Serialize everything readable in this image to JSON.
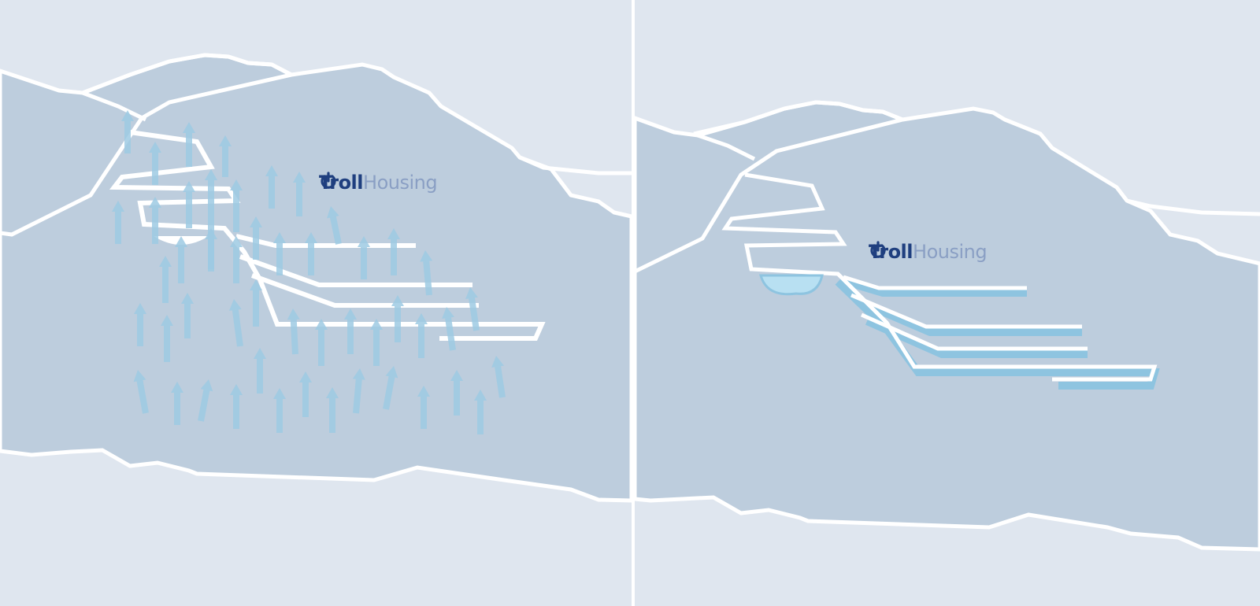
{
  "colors": {
    "background": "#dfe6ef",
    "rock": "#bdcddd",
    "tunnel": "#ffffff",
    "water_arrow": "#9ecae3",
    "brand_dark": "#1f3f7f",
    "brand_light": "#8a9fc4"
  },
  "logo": {
    "icon": "power-icon",
    "word_dark": "Troll",
    "word_light": "Housing"
  },
  "panels": [
    {
      "id": "left",
      "state": "water flowing through rock into tunnels"
    },
    {
      "id": "right",
      "state": "tunnels lined, water contained"
    }
  ]
}
